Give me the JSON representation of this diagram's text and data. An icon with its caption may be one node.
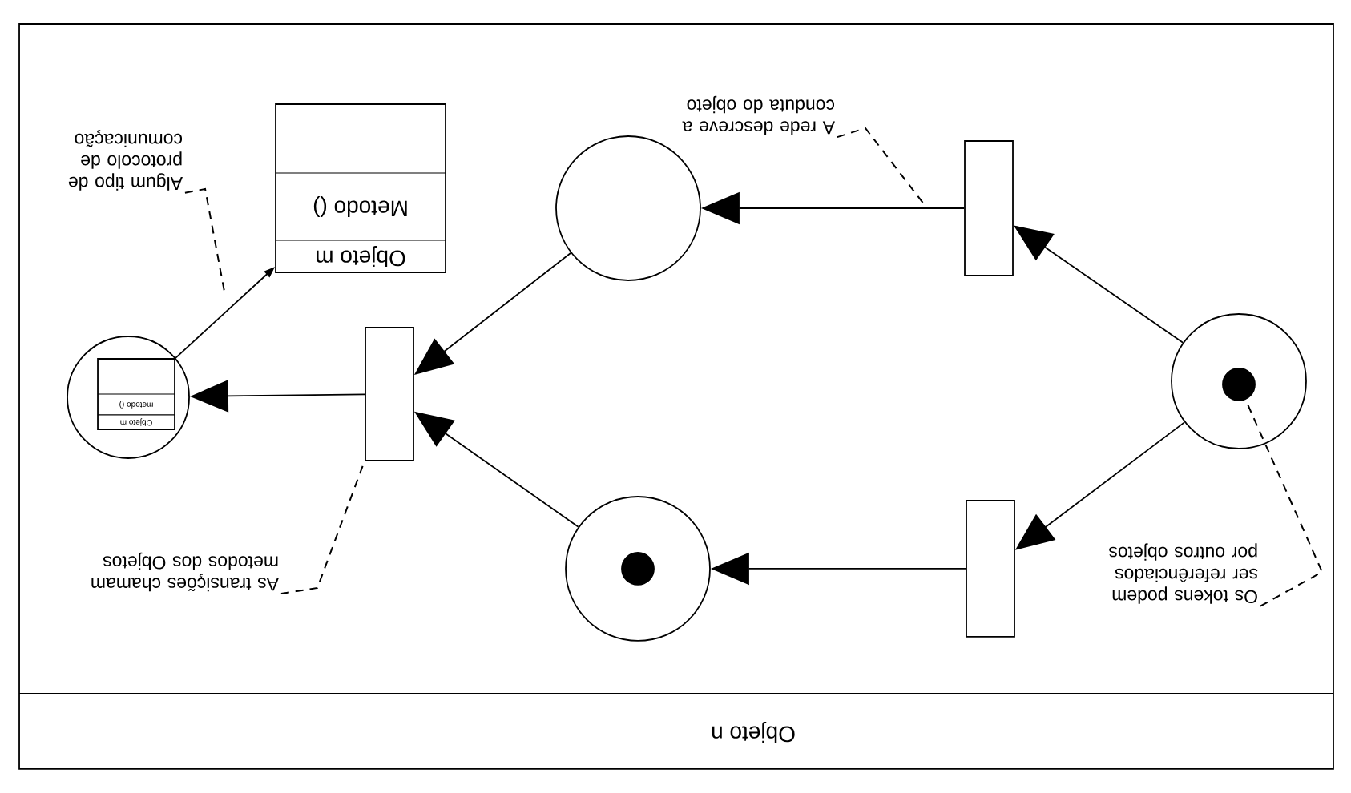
{
  "diagram": {
    "nodes": [
      {
        "text": [
          "Objeto n"
        ]
      },
      {
        "text": [
          "Objeto m",
          "Metodo ()"
        ],
        "in": 0
      },
      {
        "text": [
          "Algum tipo de protocolo de comunicação"
        ],
        "in": 0
      },
      {
        "text": [],
        "shape": "circle",
        "in": 0
      },
      {
        "text": [
          "Objeto m",
          "metodo ()"
        ],
        "in": 3
      },
      {
        "text": [],
        "shape": "bar",
        "in": 0
      },
      {
        "text": [],
        "shape": "circle",
        "in": 0
      },
      {
        "text": [],
        "shape": "circle",
        "in": 0
      },
      {
        "text": [],
        "shape": "bar",
        "in": 0
      },
      {
        "text": [],
        "shape": "bar",
        "in": 0
      },
      {
        "text": [],
        "shape": "circle",
        "in": 0
      },
      {
        "text": [
          "A rede descreve a conduta do objeto"
        ],
        "in": 0
      },
      {
        "text": [
          "As transições chamam metodos dos Objetos"
        ],
        "in": 0
      },
      {
        "text": [
          "Os tokens podem ser referênciados por outros objetos"
        ],
        "in": 0
      },
      {
        "text": [],
        "shape": "circle",
        "in": 7
      },
      {
        "text": [],
        "shape": "circle",
        "in": 10
      }
    ],
    "edges": [
      {
        "from": 10,
        "to": 8,
        "arrow": "to"
      },
      {
        "from": 10,
        "to": 9,
        "arrow": "to"
      },
      {
        "from": 8,
        "to": 6,
        "arrow": "to"
      },
      {
        "from": 9,
        "to": 7,
        "arrow": "to"
      },
      {
        "from": 6,
        "to": 5,
        "arrow": "to"
      },
      {
        "from": 7,
        "to": 5,
        "arrow": "to"
      },
      {
        "from": 5,
        "to": 3,
        "arrow": "to"
      },
      {
        "from": 4,
        "to": 1,
        "arrow": "to"
      },
      {
        "from": 2,
        "to": null,
        "arrow": "none",
        "style": "dashed"
      },
      {
        "from": 11,
        "to": null,
        "arrow": "none",
        "style": "dashed"
      },
      {
        "from": 12,
        "to": 5,
        "arrow": "none",
        "style": "dashed"
      },
      {
        "from": 13,
        "to": 15,
        "arrow": "none",
        "style": "dashed"
      }
    ]
  }
}
